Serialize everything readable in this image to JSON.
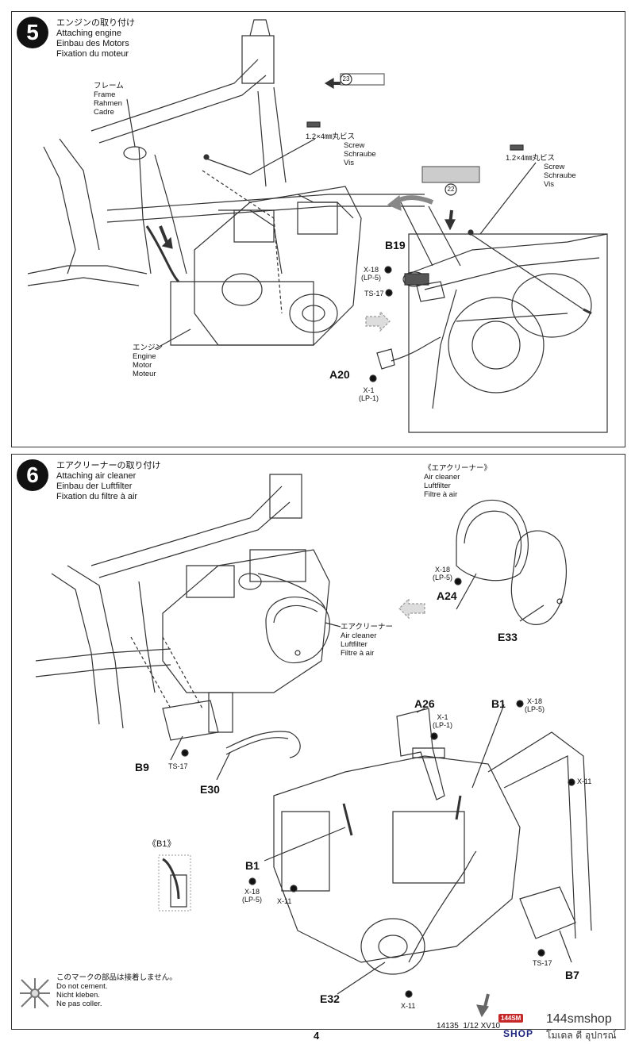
{
  "step5": {
    "number": "5",
    "title": [
      "エンジンの取り付け",
      "Attaching engine",
      "Einbau des Motors",
      "Fixation du moteur"
    ],
    "frame_label": [
      "フレーム",
      "Frame",
      "Rahmen",
      "Cadre"
    ],
    "engine_label": [
      "エンジン",
      "Engine",
      "Motor",
      "Moteur"
    ],
    "screw_left": [
      "1.2×4㎜丸ビス",
      "Screw",
      "Schraube",
      "Vis"
    ],
    "screw_right": [
      "1.2×4㎜丸ビス",
      "Screw",
      "Schraube",
      "Vis"
    ],
    "ref23": "23",
    "ref22": "22",
    "parts": {
      "b19": "B19",
      "a20": "A20",
      "x18": "X-18",
      "lp5": "(LP-5)",
      "ts17": "TS-17",
      "x1": "X-1",
      "lp1": "(LP-1)"
    }
  },
  "step6": {
    "number": "6",
    "title": [
      "エアクリーナーの取り付け",
      "Attaching air cleaner",
      "Einbau der Luftfilter",
      "Fixation du filtre à air"
    ],
    "inset_title": [
      "《エアクリーナー》",
      "Air cleaner",
      "Luftfilter",
      "Filtre à air"
    ],
    "aircleaner_label": [
      "エアクリーナー",
      "Air cleaner",
      "Luftfilter",
      "Filtre à air"
    ],
    "b1_inset": "《B1》",
    "parts": {
      "a24": "A24",
      "e33": "E33",
      "b9": "B9",
      "e30": "E30",
      "a26": "A26",
      "b1": "B1",
      "b7": "B7",
      "e32": "E32",
      "x18": "X-18",
      "lp5": "(LP-5)",
      "ts17": "TS-17",
      "x1": "X-1",
      "lp1": "(LP-1)",
      "x11": "X-11"
    }
  },
  "warning": [
    "このマークの部品は接着しません。",
    "Do not cement.",
    "Nicht kleben.",
    "Ne pas coller."
  ],
  "footer": {
    "code": "14135",
    "title": "1/12 XV10",
    "page": "4",
    "watermark_brand": "144smshop",
    "watermark_sub": "SHOP",
    "watermark_thai": "โมเดล ดี อุปกรณ์",
    "watermark_badge": "144SM"
  }
}
